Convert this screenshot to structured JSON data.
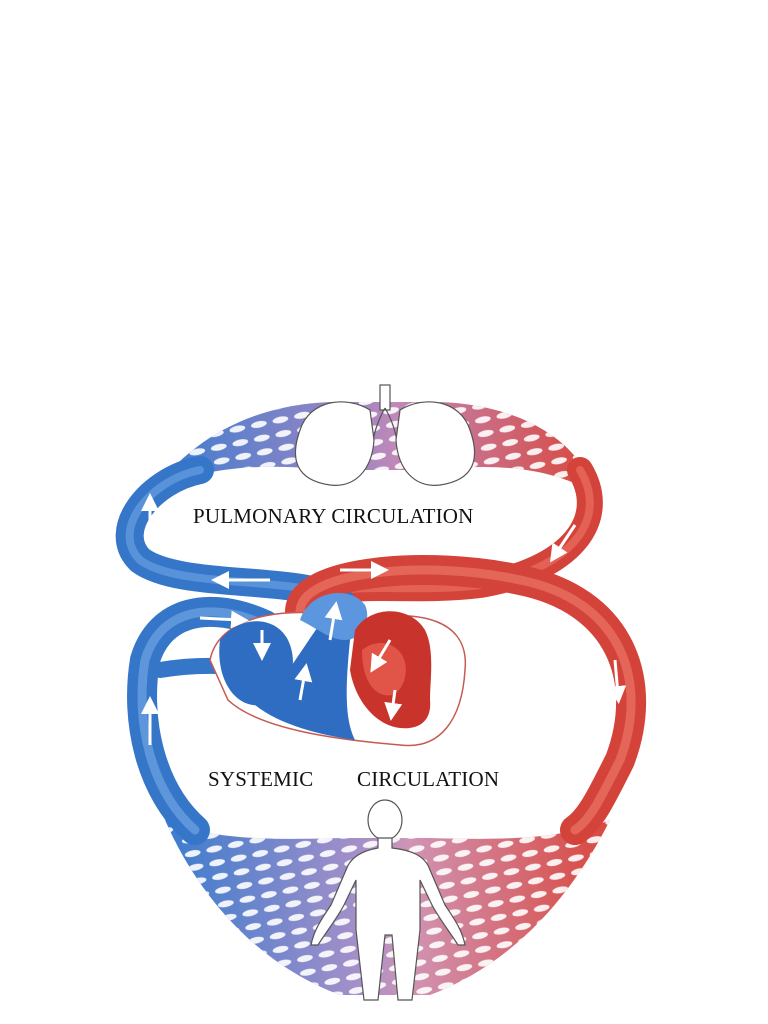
{
  "labels": {
    "pulmonary": "PULMONARY CIRCULATION",
    "systemic_word1": "SYSTEMIC",
    "systemic_word2": "CIRCULATION"
  },
  "colors": {
    "deoxygenated": "#3a78c8",
    "oxygenated": "#d8473c",
    "capillary_mix": "#a78bc4",
    "background": "#ffffff"
  }
}
